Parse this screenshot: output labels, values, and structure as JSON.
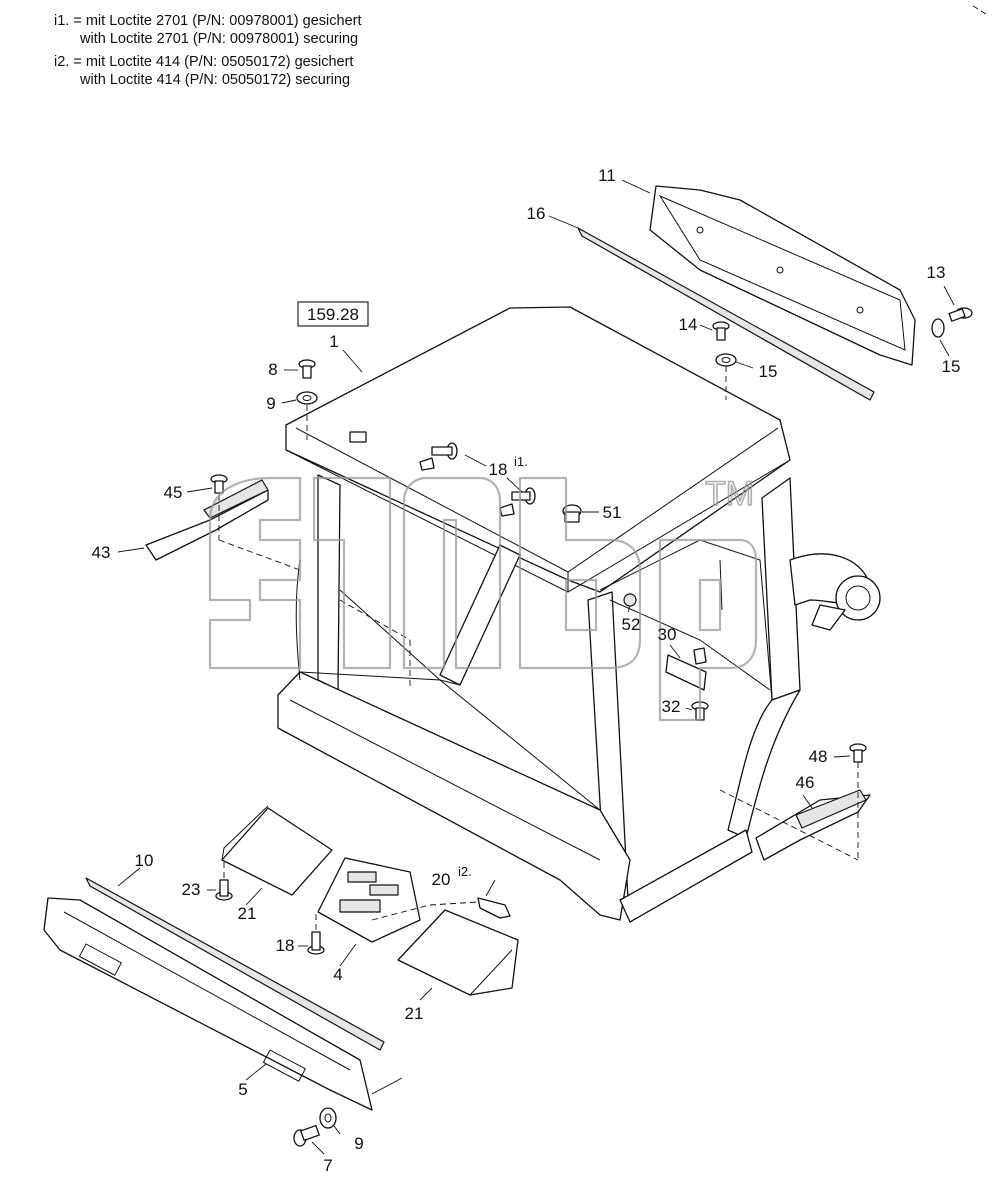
{
  "notes": [
    {
      "id": "i1",
      "line1": "i1. = mit Loctite 2701 (P/N: 00978001) gesichert",
      "line2": "with Loctite 2701 (P/N: 00978001) securing"
    },
    {
      "id": "i2",
      "line1": "i2. = mit Loctite 414 (P/N: 05050172) gesichert",
      "line2": "with Loctite 414 (P/N: 05050172) securing"
    }
  ],
  "reference": "159.28",
  "watermark": {
    "trademark": "TM"
  },
  "callouts": {
    "c1": "1",
    "c4": "4",
    "c5": "5",
    "c7": "7",
    "c8": "8",
    "c9a": "9",
    "c9b": "9",
    "c10": "10",
    "c11": "11",
    "c13": "13",
    "c14": "14",
    "c15a": "15",
    "c15b": "15",
    "c16": "16",
    "c18a": "18",
    "c18b": "18",
    "c20": "20",
    "c21a": "21",
    "c21b": "21",
    "c23": "23",
    "c30": "30",
    "c32": "32",
    "c43": "43",
    "c45": "45",
    "c46": "46",
    "c48": "48",
    "c51": "51",
    "c52": "52"
  },
  "superscripts": {
    "s18": "i1.",
    "s20": "i2."
  }
}
